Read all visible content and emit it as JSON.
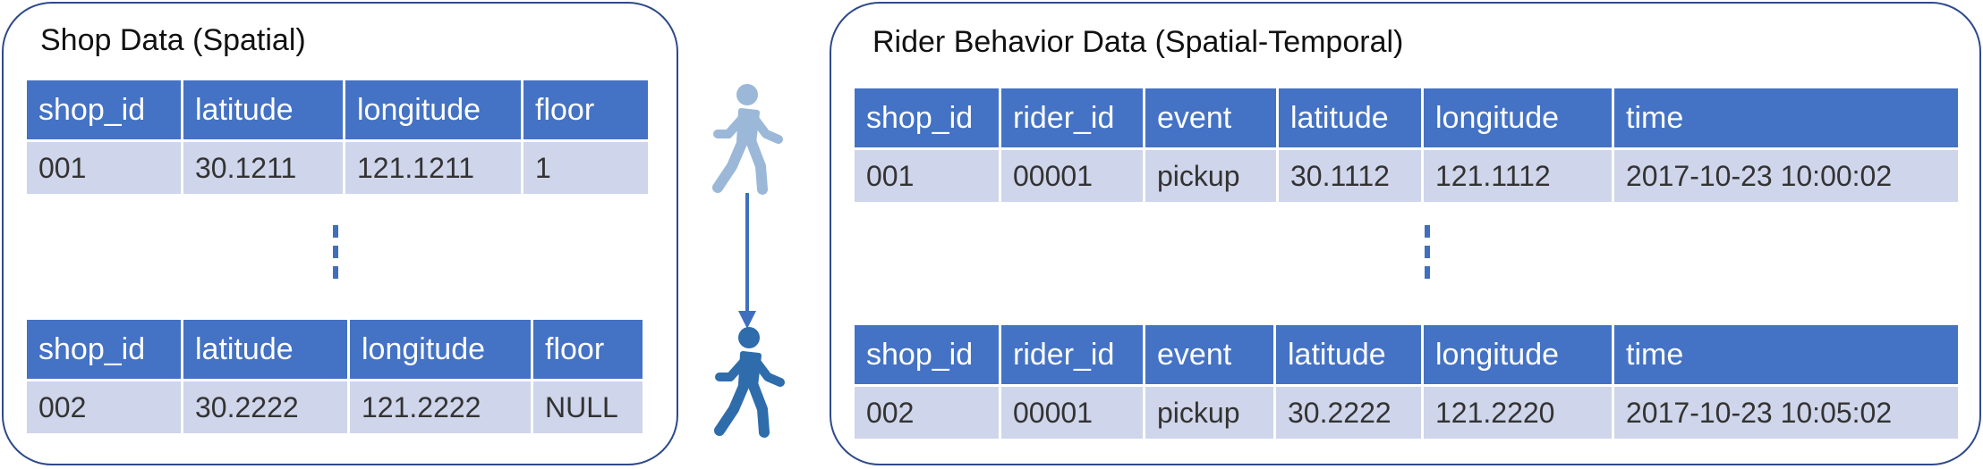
{
  "shop": {
    "title": "Shop Data (Spatial)",
    "columns": [
      "shop_id",
      "latitude",
      "longitude",
      "floor"
    ],
    "row1": [
      "001",
      "30.1211",
      "121.1211",
      "1"
    ],
    "row2": [
      "002",
      "30.2222",
      "121.2222",
      "NULL"
    ]
  },
  "rider": {
    "title": "Rider Behavior Data (Spatial-Temporal)",
    "columns": [
      "shop_id",
      "rider_id",
      "event",
      "latitude",
      "longitude",
      "time"
    ],
    "row1": [
      "001",
      "00001",
      "pickup",
      "30.1112",
      "121.1112",
      "2017-10-23 10:00:02"
    ],
    "row2": [
      "002",
      "00001",
      "pickup",
      "30.2222",
      "121.2220",
      "2017-10-23 10:05:02"
    ]
  },
  "colors": {
    "header_fill": "#4472c4",
    "row_fill": "#cfd5ea",
    "border": "#2e4a8a",
    "walker_light": "#9bb8d8",
    "walker_dark": "#2e6cab",
    "arrow": "#3f6fbe"
  },
  "icons": [
    "walking-person-icon",
    "walking-person-icon",
    "down-arrow-icon"
  ]
}
